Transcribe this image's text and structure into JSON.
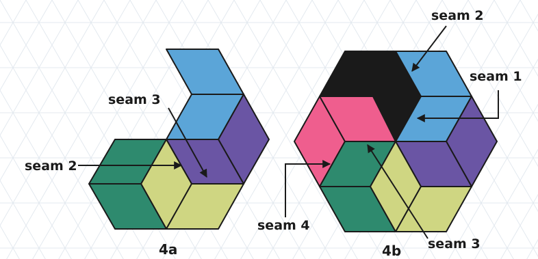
{
  "colors": {
    "background": "#ffffff",
    "background_pattern": "#e3e9ef",
    "outline": "#1a1a1a",
    "blue": "#5ba5d8",
    "purple": "#6a55a4",
    "green": "#2e8a6e",
    "yellow": "#cfd682",
    "pink": "#ef5e8e",
    "black": "#1a1a1a"
  },
  "figures": [
    {
      "id": "4a",
      "caption": "4a",
      "seam_labels": {
        "seam2": "seam 2",
        "seam3": "seam 3"
      }
    },
    {
      "id": "4b",
      "caption": "4b",
      "seam_labels": {
        "seam1": "seam 1",
        "seam2": "seam 2",
        "seam3": "seam 3",
        "seam4": "seam 4"
      }
    }
  ]
}
